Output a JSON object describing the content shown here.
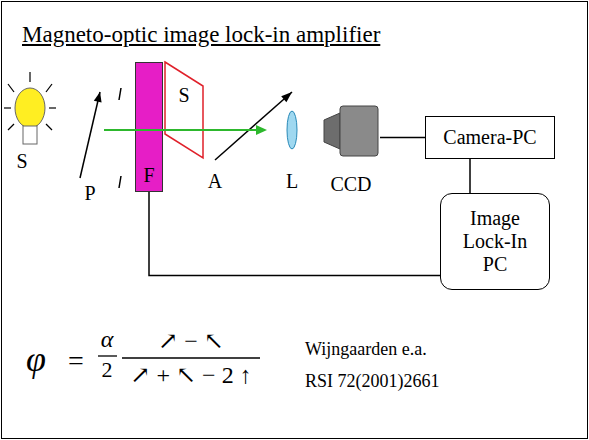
{
  "diagram": {
    "title": "Magneto-optic image lock-in amplifier",
    "nodes": [
      {
        "text": [
          "F"
        ]
      },
      {
        "text": [
          "S"
        ]
      },
      {
        "text": [
          "CCD"
        ]
      },
      {
        "text": [
          "Camera-PC"
        ]
      },
      {
        "text": [
          "Image Lock-In PC"
        ]
      }
    ],
    "edges": [
      {
        "from": 2,
        "to": 3,
        "arrow": "none"
      },
      {
        "from": 3,
        "to": 4,
        "arrow": "none"
      },
      {
        "from": 0,
        "to": 4,
        "arrow": "none"
      }
    ],
    "labels": [
      "S",
      "P",
      "A",
      "L",
      "φ",
      "=",
      "α",
      "2",
      "↗ − ↖",
      "↗ + ↖ − 2 ↑",
      "Wijngaarden e.a.",
      "RSI 72(2001)2661"
    ]
  }
}
